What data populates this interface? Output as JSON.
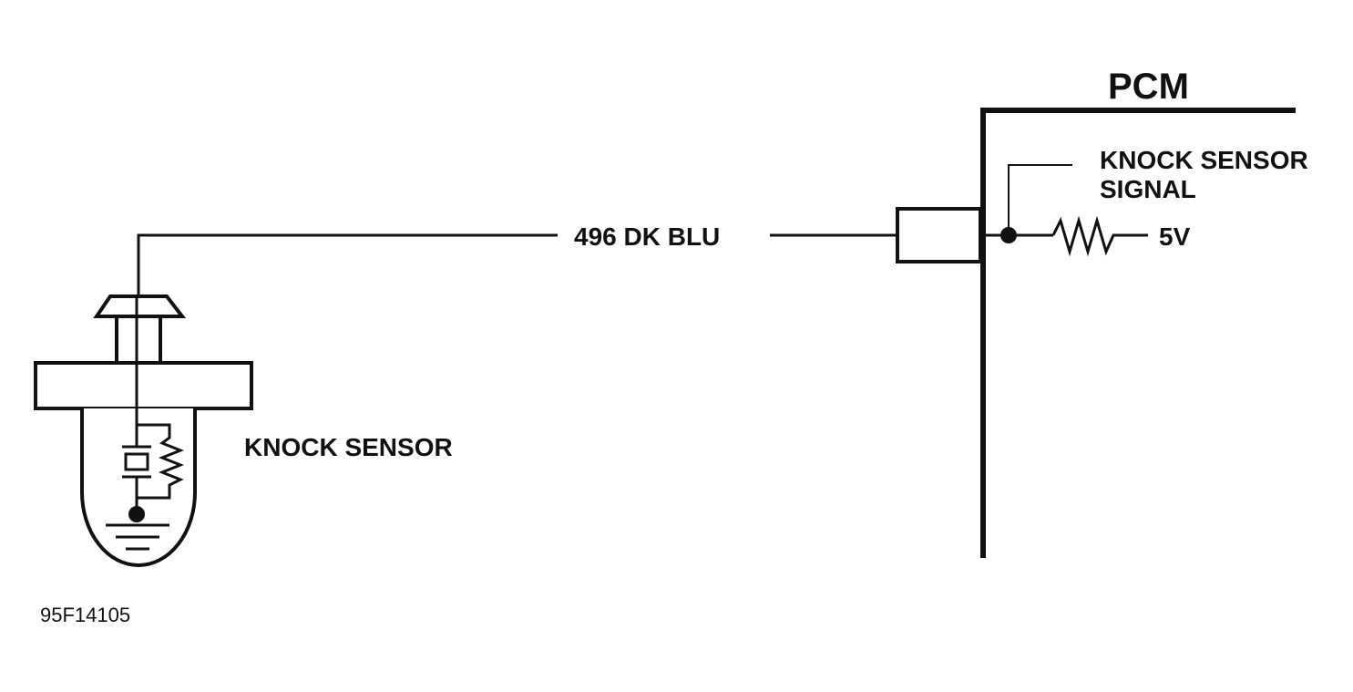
{
  "pcm": {
    "title": "PCM",
    "signal_label_line1": "KNOCK SENSOR",
    "signal_label_line2": "SIGNAL",
    "supply_voltage": "5V"
  },
  "wire": {
    "label": "496 DK BLU"
  },
  "sensor": {
    "label": "KNOCK SENSOR"
  },
  "figure": {
    "reference": "95F14105"
  }
}
